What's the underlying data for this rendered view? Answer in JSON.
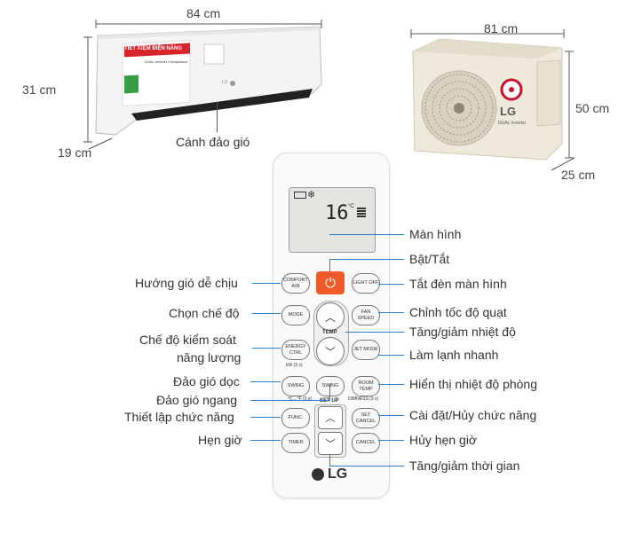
{
  "dimensions": {
    "indoor_width": "84 cm",
    "indoor_height": "31 cm",
    "indoor_depth": "19 cm",
    "outdoor_width": "81 cm",
    "outdoor_height": "50 cm",
    "outdoor_depth": "25 cm"
  },
  "indoor_unit": {
    "label_banner": "TIẾT KIỆM ĐIỆN NĂNG",
    "label_text": "DUAL Inverter Compressor",
    "brand": "LG",
    "caption": "Cánh đảo gió"
  },
  "outdoor_unit": {
    "brand": "LG",
    "model_text": "DUAL Inverter"
  },
  "remote": {
    "display_temp": "16",
    "display_unit": "°C",
    "brand": "LG",
    "buttons": {
      "comfort_air": "COMFORT AIR",
      "light_off": "LIGHT OFF",
      "mode": "MODE",
      "fan_speed": "FAN SPEED",
      "temp": "TEMP",
      "energy_ctrl": "ENERGY CTRL",
      "jet_mode": "JET MODE",
      "energy_sub": "kW (3 s)",
      "swing_v": "SWING",
      "swing_h": "SWING",
      "room_temp": "ROOM TEMP",
      "room_temp_sub": "DIMNESS (3 s)",
      "swing_sub": "℃↔°F (3 s)",
      "set_up": "SET UP",
      "func": "FUNC.",
      "set_cancel": "SET CANCEL",
      "timer": "TIMER",
      "cancel": "CANCEL"
    }
  },
  "callouts_left": {
    "comfort_air": "Hướng gió dễ chịu",
    "mode": "Chọn chế độ",
    "energy_line1": "Chế độ kiểm soát",
    "energy_line2": "năng lượng",
    "swing_v": "Đảo gió dọc",
    "swing_h": "Đảo gió ngang",
    "func": "Thiết lập chức năng",
    "timer": "Hẹn giờ"
  },
  "callouts_right": {
    "screen": "Màn hình",
    "power": "Bật/Tắt",
    "light_off": "Tắt đèn màn hình",
    "fan_speed": "Chỉnh tốc độ quạt",
    "temp": "Tăng/giảm nhiệt độ",
    "jet_mode": "Làm lạnh nhanh",
    "room_temp": "Hiển thị nhiệt độ phòng",
    "set_cancel": "Cài đặt/Hủy chức năng",
    "cancel": "Hủy hẹn giờ",
    "time": "Tăng/giảm thời gian"
  },
  "colors": {
    "callout_line": "#2a7fd4",
    "power_button": "#f05a28",
    "lg_red": "#c8102e",
    "label_red": "#d8232a"
  }
}
